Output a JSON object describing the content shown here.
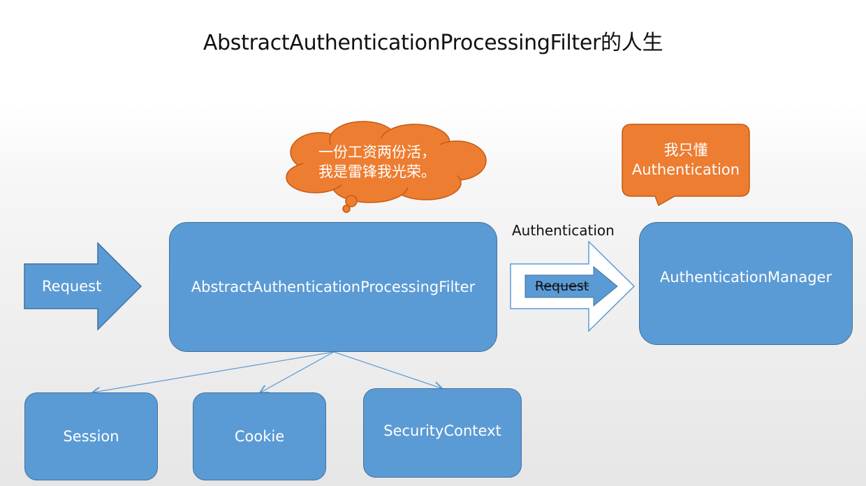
{
  "title": "AbstractAuthenticationProcessingFilter的人生",
  "request_arrow_label": "Request",
  "filter_box_label": "AbstractAuthenticationProcessingFilter",
  "thought_bubble": {
    "line1": "一份工资两份活，",
    "line2": "我是雷锋我光荣。"
  },
  "speech_callout": {
    "line1": "我只懂",
    "line2": "Authentication"
  },
  "transform_arrow": {
    "top_label": "Authentication",
    "inner_label": "Request"
  },
  "manager_box_label": "AuthenticationManager",
  "stores": [
    "Session",
    "Cookie",
    "SecurityContext"
  ],
  "colors": {
    "box_blue": "#5b9bd5",
    "box_border": "#41719c",
    "callout_orange": "#ed7d31",
    "callout_border": "#c55a11"
  }
}
